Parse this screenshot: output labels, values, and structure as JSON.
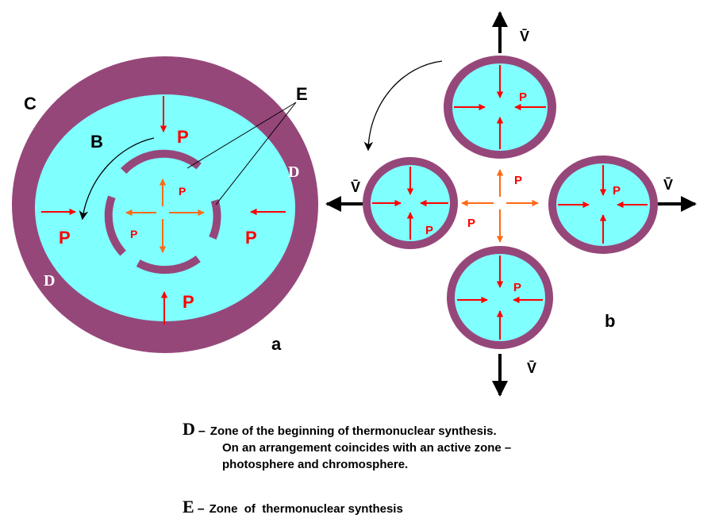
{
  "colors": {
    "outer_ring": "#96477a",
    "inner_fill": "#80ffff",
    "pressure_red": "#ff0000",
    "expansion_orange": "#ff6a14",
    "arrow_black": "#000000",
    "ring_label": "#ffffff"
  },
  "panel_a": {
    "panel_label": "a",
    "label_c": "C",
    "label_b": "B",
    "label_e": "E",
    "label_d_right": "D",
    "label_d_left": "D",
    "p_top": "P",
    "p_left": "P",
    "p_right": "P",
    "p_bottom": "P",
    "p_inner_top": "P",
    "p_inner_left": "P"
  },
  "panel_b": {
    "panel_label": "b",
    "v_top": "V̄",
    "v_left": "V̄",
    "v_right": "V̄",
    "v_bottom": "V̄",
    "p_top_cell": "P",
    "p_left_cell": "P",
    "p_right_cell": "P",
    "p_bottom_cell": "P",
    "p_center_top": "P",
    "p_center_left": "P"
  },
  "legend": {
    "d_key": "D",
    "d_dash": "–",
    "d_line1": "Zone of the beginning of thermonuclear synthesis.",
    "d_line2": "On an arrangement coincides with an active zone –",
    "d_line3": "photosphere and chromosphere.",
    "e_key": "E",
    "e_dash": "–",
    "e_text": "Zone  of  thermonuclear synthesis"
  }
}
